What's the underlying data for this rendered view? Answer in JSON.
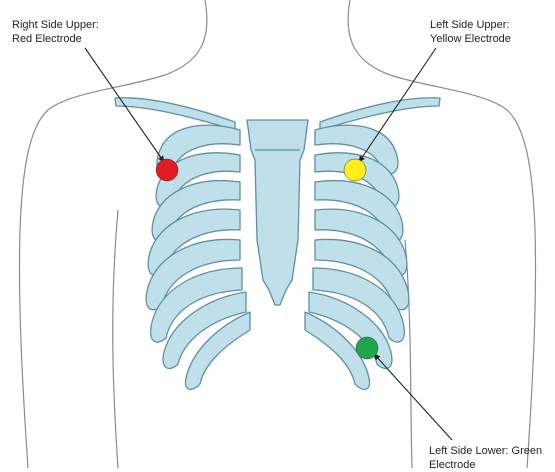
{
  "labels": {
    "right_upper_line1": "Right Side Upper:",
    "right_upper_line2": "Red Electrode",
    "left_upper_line1": "Left Side Upper:",
    "left_upper_line2": "Yellow Electrode",
    "left_lower_line1": "Left Side Lower: Green",
    "left_lower_line2": "Electrode"
  },
  "electrodes": [
    {
      "name": "right-upper",
      "color": "#e31b23"
    },
    {
      "name": "left-upper",
      "color": "#ffef16"
    },
    {
      "name": "left-lower",
      "color": "#1fa64a"
    }
  ],
  "colors": {
    "bone_fill": "#bfe0ea",
    "bone_stroke": "#5e8fa3",
    "body_outline": "#8a8a8a",
    "arrow": "#222222"
  }
}
